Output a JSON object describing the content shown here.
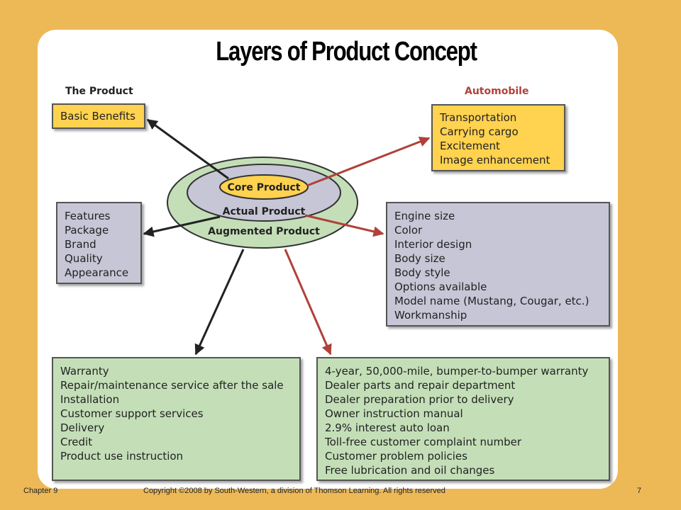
{
  "title": "Layers of Product Concept",
  "headings": {
    "product": "The Product",
    "automobile": "Automobile"
  },
  "layers": {
    "core": "Core Product",
    "actual": "Actual Product",
    "augmented": "Augmented Product"
  },
  "product_boxes": {
    "basic_benefits": [
      "Basic Benefits"
    ],
    "actual_features": [
      "Features",
      "Package",
      "Brand",
      "Quality",
      "Appearance"
    ],
    "augmented_services": [
      "Warranty",
      "Repair/maintenance service after the sale",
      "Installation",
      "Customer support services",
      "Delivery",
      "Credit",
      "Product use instruction"
    ]
  },
  "automobile_boxes": {
    "core_benefits": [
      "Transportation",
      "Carrying cargo",
      "Excitement",
      "Image enhancement"
    ],
    "actual_features": [
      "Engine size",
      "Color",
      "Interior design",
      "Body size",
      "Body style",
      "Options available",
      "Model name (Mustang, Cougar, etc.)",
      "Workmanship"
    ],
    "augmented_services": [
      "4-year, 50,000-mile, bumper-to-bumper warranty",
      "Dealer parts and repair department",
      "Dealer preparation prior to delivery",
      "Owner instruction manual",
      "2.9% interest auto loan",
      "Toll-free customer complaint number",
      "Customer problem policies",
      "Free lubrication and oil changes"
    ]
  },
  "colors": {
    "background": "#EDB957",
    "yellow_box": "#FFD24F",
    "lavender_box": "#C6C6D6",
    "green_box": "#C4DFB8",
    "automobile_accent": "#B0413A",
    "product_arrow": "#222222"
  },
  "footer": {
    "chapter": "Chapter 9",
    "copyright": "Copyright ©2008 by South-Western, a division of Thomson Learning. All rights reserved",
    "page": "7"
  }
}
